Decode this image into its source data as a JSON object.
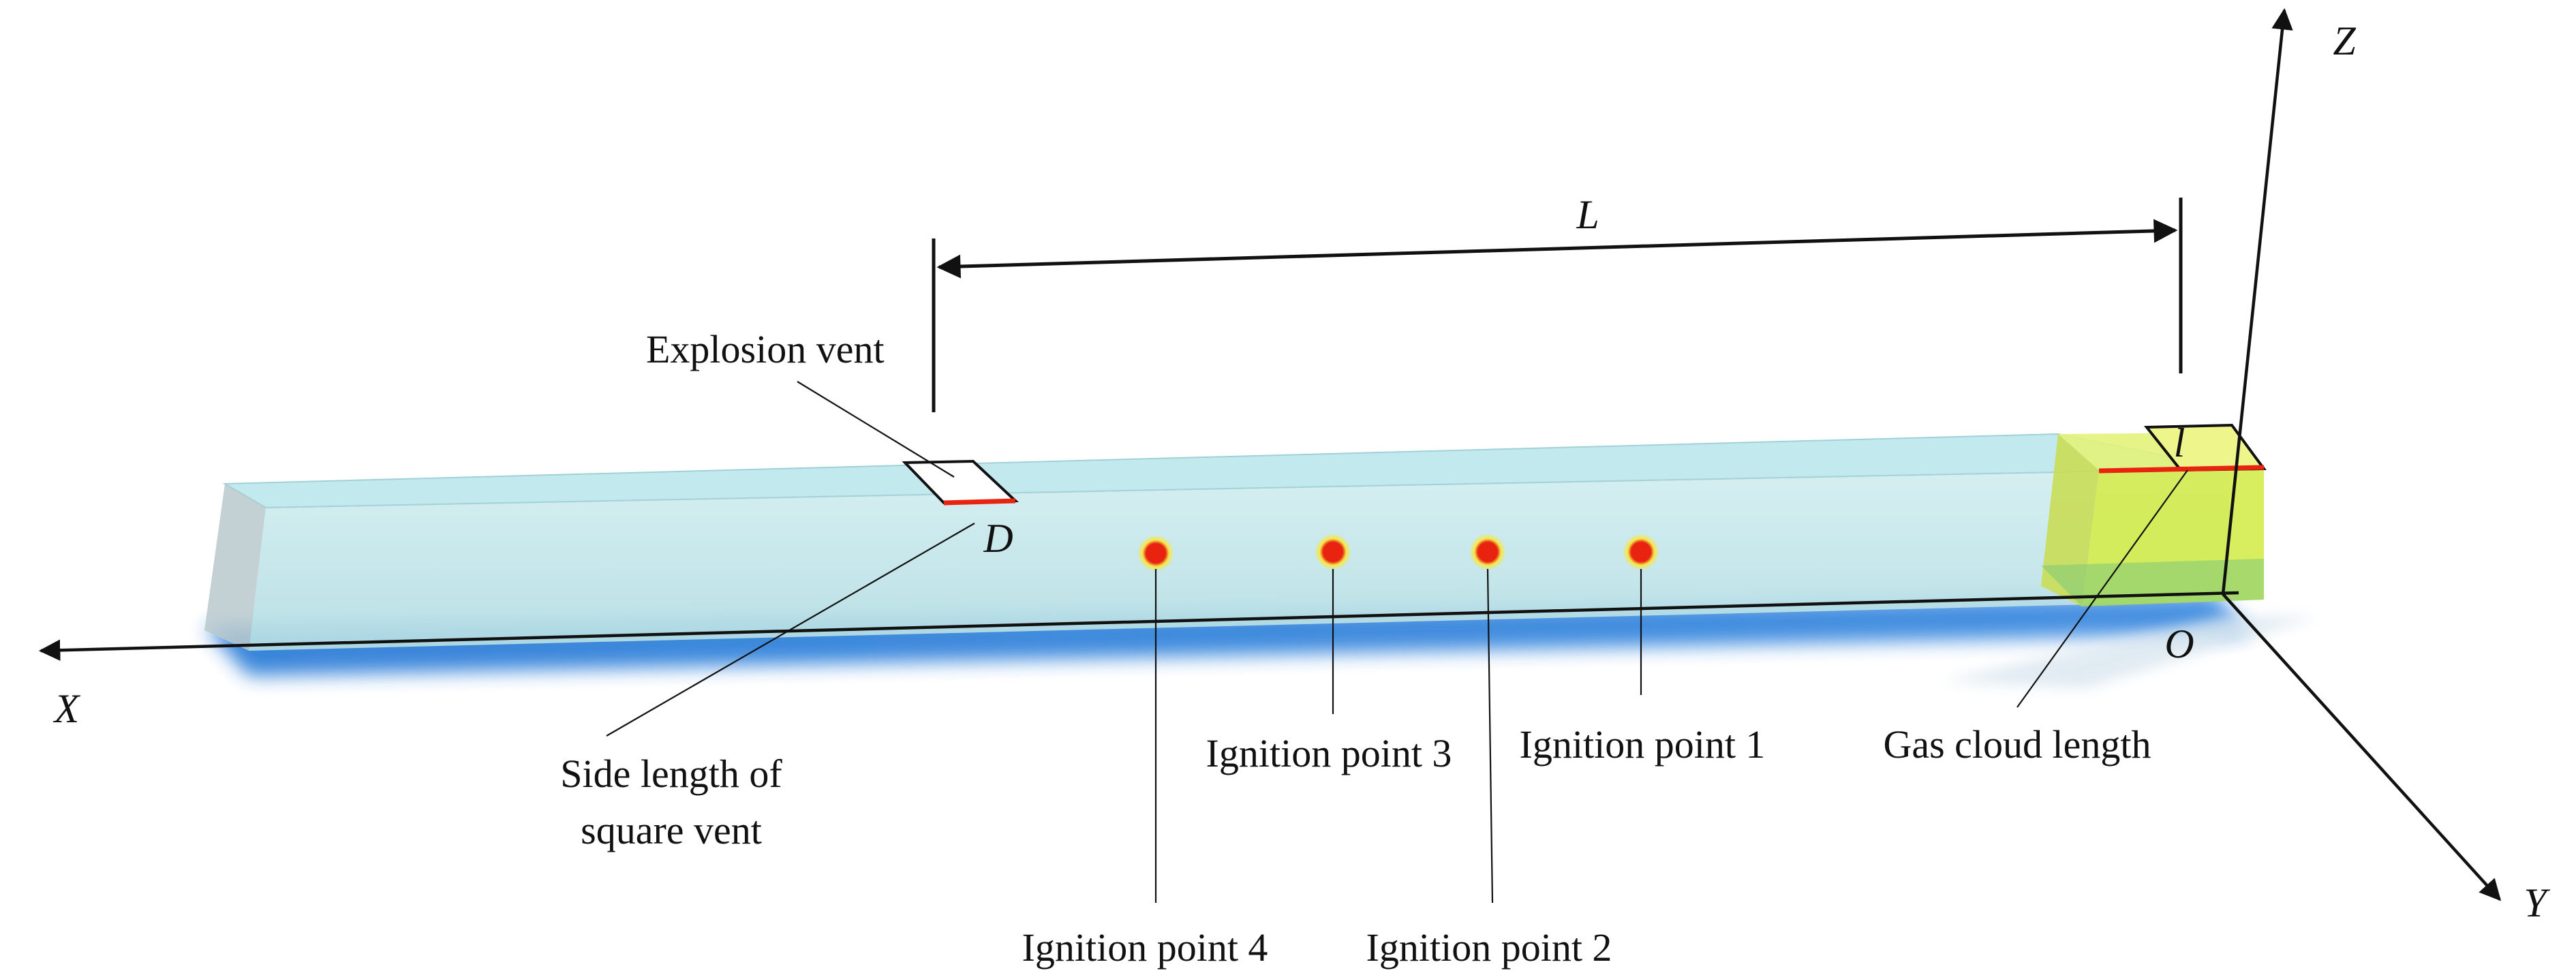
{
  "labels": {
    "explosion_vent": "Explosion vent",
    "side_length_line1": "Side length of",
    "side_length_line2": "square vent",
    "gas_cloud_length": "Gas cloud length",
    "ignition_point_1": "Ignition point 1",
    "ignition_point_2": "Ignition point 2",
    "ignition_point_3": "Ignition point 3",
    "ignition_point_4": "Ignition point 4"
  },
  "symbols": {
    "distance_L": "L",
    "vent_side_D": "D",
    "cloud_length_l": "l",
    "origin": "O",
    "axis_x": "X",
    "axis_y": "Y",
    "axis_z": "Z"
  },
  "colors": {
    "pipe": "#c5e7ea",
    "pipe_bottom": "#2f7fd8",
    "gas_cloud": "#d6ee50",
    "ignition_dot": "#e8230f",
    "ignition_halo": "#f5e84a",
    "vent_edge": "#e8230f"
  }
}
